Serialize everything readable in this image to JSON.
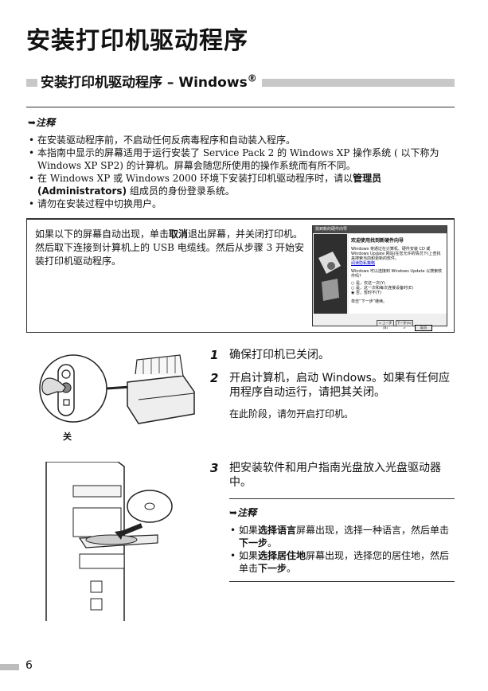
{
  "page": {
    "title": "安装打印机驱动程序",
    "number": "6"
  },
  "section": {
    "title": "安装打印机驱动程序 – Windows",
    "registered": "®"
  },
  "note_top": {
    "heading": "注释",
    "items": [
      [
        "在安装驱动程序前，不启动任何反病毒程序和自动装入程序。"
      ],
      [
        "本指南中显示的屏幕适用于运行安装了 Service Pack 2 的 Windows XP 操作系统 ( 以下称为 Windows XP SP2) 的计算机。屏幕会随您所使用的操作系统而有所不同。"
      ],
      [
        "在 Windows XP 或 Windows 2000 环境下安装打印机驱动程序时，请以",
        "管理员 (Administrators)",
        " 组成员的身份登录系统。"
      ],
      [
        "请勿在安装过程中切换用户。"
      ]
    ]
  },
  "box": {
    "text_before": "如果以下的屏幕自动出现，单击",
    "text_bold": "取消",
    "text_after": "退出屏幕，并关闭打印机。然后取下连接到计算机上的 USB 电缆线。然后从步骤 3 开始安装打印机驱动程序。",
    "dialog": {
      "title": "找到新的硬件向导",
      "heading": "欢迎使用找到新硬件向导",
      "body": "Windows 将通过在计算机、硬件安装 CD 或 Windows Update 网站(在您允许的情况下)上查找来搜索当前和更新的软件。",
      "link": "阅读隐私策略",
      "question": "Windows 可以连接到 Windows Update 以搜索软件吗?",
      "options": [
        "是，仅这一次(Y)",
        "是，这一次和每次连接设备时(E)",
        "否，暂时不(T)"
      ],
      "next_hint": "单击“下一步”继续。",
      "buttons": [
        "< 上一步(B)",
        "下一步(N) >",
        "取消"
      ]
    }
  },
  "illustrations": {
    "power_label": "关"
  },
  "steps": [
    {
      "num": "1",
      "text": "确保打印机已关闭。"
    },
    {
      "num": "2",
      "text": "开启计算机，启动 Windows。如果有任何应用程序自动运行，请把其关闭。",
      "sub": "在此阶段，请勿开启打印机。"
    },
    {
      "num": "3",
      "text": "把安装软件和用户指南光盘放入光盘驱动器中。"
    }
  ],
  "note_bottom": {
    "heading": "注释",
    "items": [
      {
        "a": "如果",
        "b": "选择语言",
        "c": "屏幕出现，选择一种语言，然后单击",
        "d": "下一步",
        "e": "。"
      },
      {
        "a": "如果",
        "b": "选择居住地",
        "c": "屏幕出现，选择您的居住地，然后单击",
        "d": "下一步",
        "e": "。"
      }
    ]
  }
}
